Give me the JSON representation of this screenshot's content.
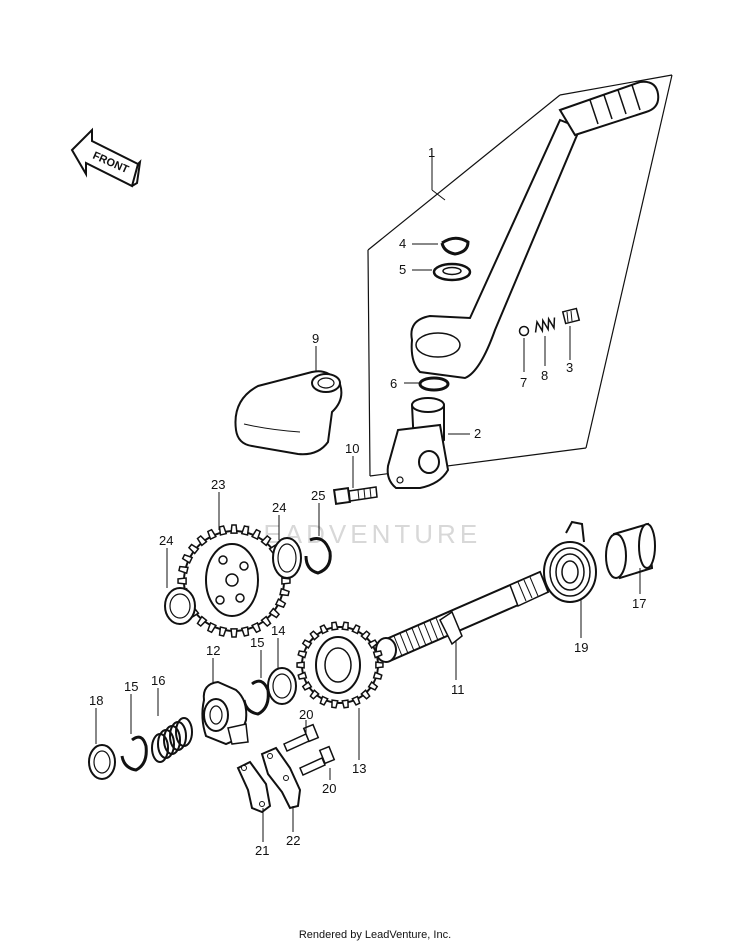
{
  "front_label": "FRONT",
  "watermark": "LEADVENTURE",
  "footer": "Rendered by LeadVenture, Inc.",
  "callouts": {
    "c1": "1",
    "c2": "2",
    "c3": "3",
    "c4": "4",
    "c5": "5",
    "c6": "6",
    "c7": "7",
    "c8": "8",
    "c9": "9",
    "c10": "10",
    "c11": "11",
    "c12": "12",
    "c13": "13",
    "c14": "14",
    "c15a": "15",
    "c15b": "15",
    "c16": "16",
    "c17": "17",
    "c18": "18",
    "c19": "19",
    "c20a": "20",
    "c20b": "20",
    "c21": "21",
    "c22": "22",
    "c23": "23",
    "c24a": "24",
    "c24b": "24",
    "c25": "25"
  }
}
